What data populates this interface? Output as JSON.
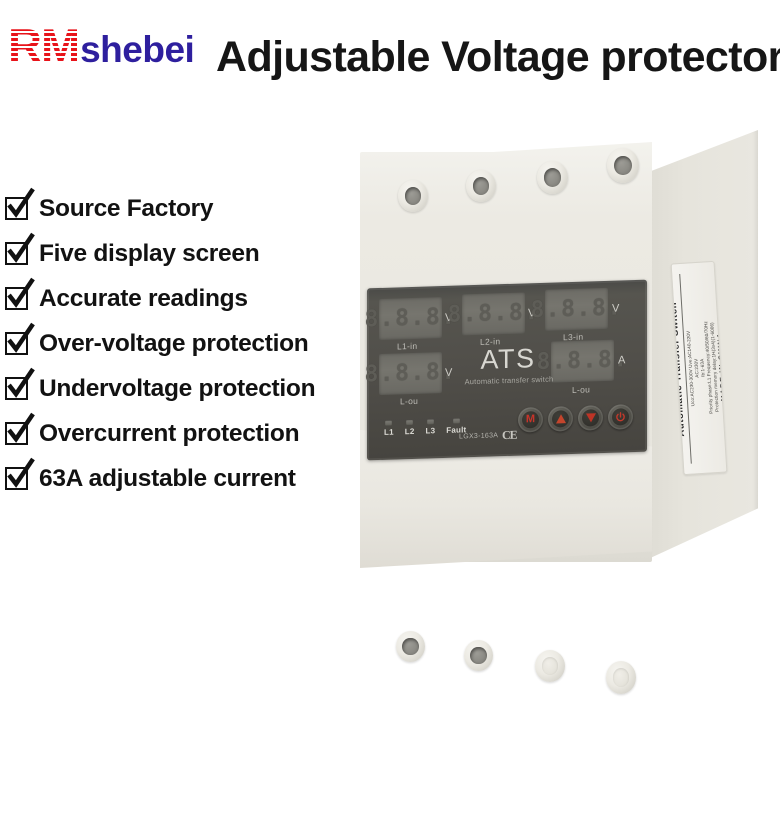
{
  "header": {
    "logo_rm": "RM",
    "logo_shebei": "shebei",
    "title": "Adjustable Voltage protector",
    "logo_rm_color": "#e8131a",
    "logo_shebei_color": "#2e1f9e"
  },
  "features": [
    {
      "icon": "checkbox-checked-icon",
      "label": "Source Factory"
    },
    {
      "icon": "checkbox-checked-icon",
      "label": "Five display screen"
    },
    {
      "icon": "checkbox-checked-icon",
      "label": "Accurate readings"
    },
    {
      "icon": "checkbox-checked-icon",
      "label": "Over-voltage protection"
    },
    {
      "icon": "checkbox-checked-icon",
      "label": "Undervoltage protection"
    },
    {
      "icon": "checkbox-checked-icon",
      "label": "Overcurrent protection"
    },
    {
      "icon": "checkbox-checked-icon",
      "label": "63A adjustable current"
    }
  ],
  "device": {
    "body_color": "#eae8e1",
    "panel_color": "#514f4a",
    "displays": [
      {
        "position": "top-left",
        "value": "8.8.8.",
        "unit": "V",
        "label": "L1-in"
      },
      {
        "position": "top-center",
        "value": "8.8.8.",
        "unit": "V",
        "label": "L2-in"
      },
      {
        "position": "top-right",
        "value": "8.8.8.",
        "unit": "V",
        "label": "L3-in"
      },
      {
        "position": "bottom-left",
        "value": "8.8.8.",
        "unit": "V",
        "label": "L-ou"
      },
      {
        "position": "bottom-right",
        "value": "8.8.8.",
        "unit": "A",
        "label": "L-ou"
      }
    ],
    "brand": "ATS",
    "brand_subtitle": "Automatic transfer switch",
    "leds": [
      {
        "name": "L1"
      },
      {
        "name": "L2"
      },
      {
        "name": "L3"
      },
      {
        "name": "Fault"
      }
    ],
    "model": "LGX3-163A",
    "ce_mark": "CE",
    "buttons": [
      {
        "icon": "m-button-icon",
        "label": "M"
      },
      {
        "icon": "arrow-up-icon",
        "label": ""
      },
      {
        "icon": "arrow-down-icon",
        "label": ""
      },
      {
        "icon": "power-icon",
        "label": ""
      }
    ],
    "side_label": {
      "title": "Automatic Transfer Switch",
      "lines": [
        "Uco:AC230-300V  Uve:AC140-220V",
        "AC:230V",
        "Ib:1-63A",
        "Priority phase:L1   Frequency:40/50/60/70Hz",
        "Protection memory delay:1H(3x4)(1-6006)"
      ],
      "origin": "MADE IN CHINA"
    }
  }
}
